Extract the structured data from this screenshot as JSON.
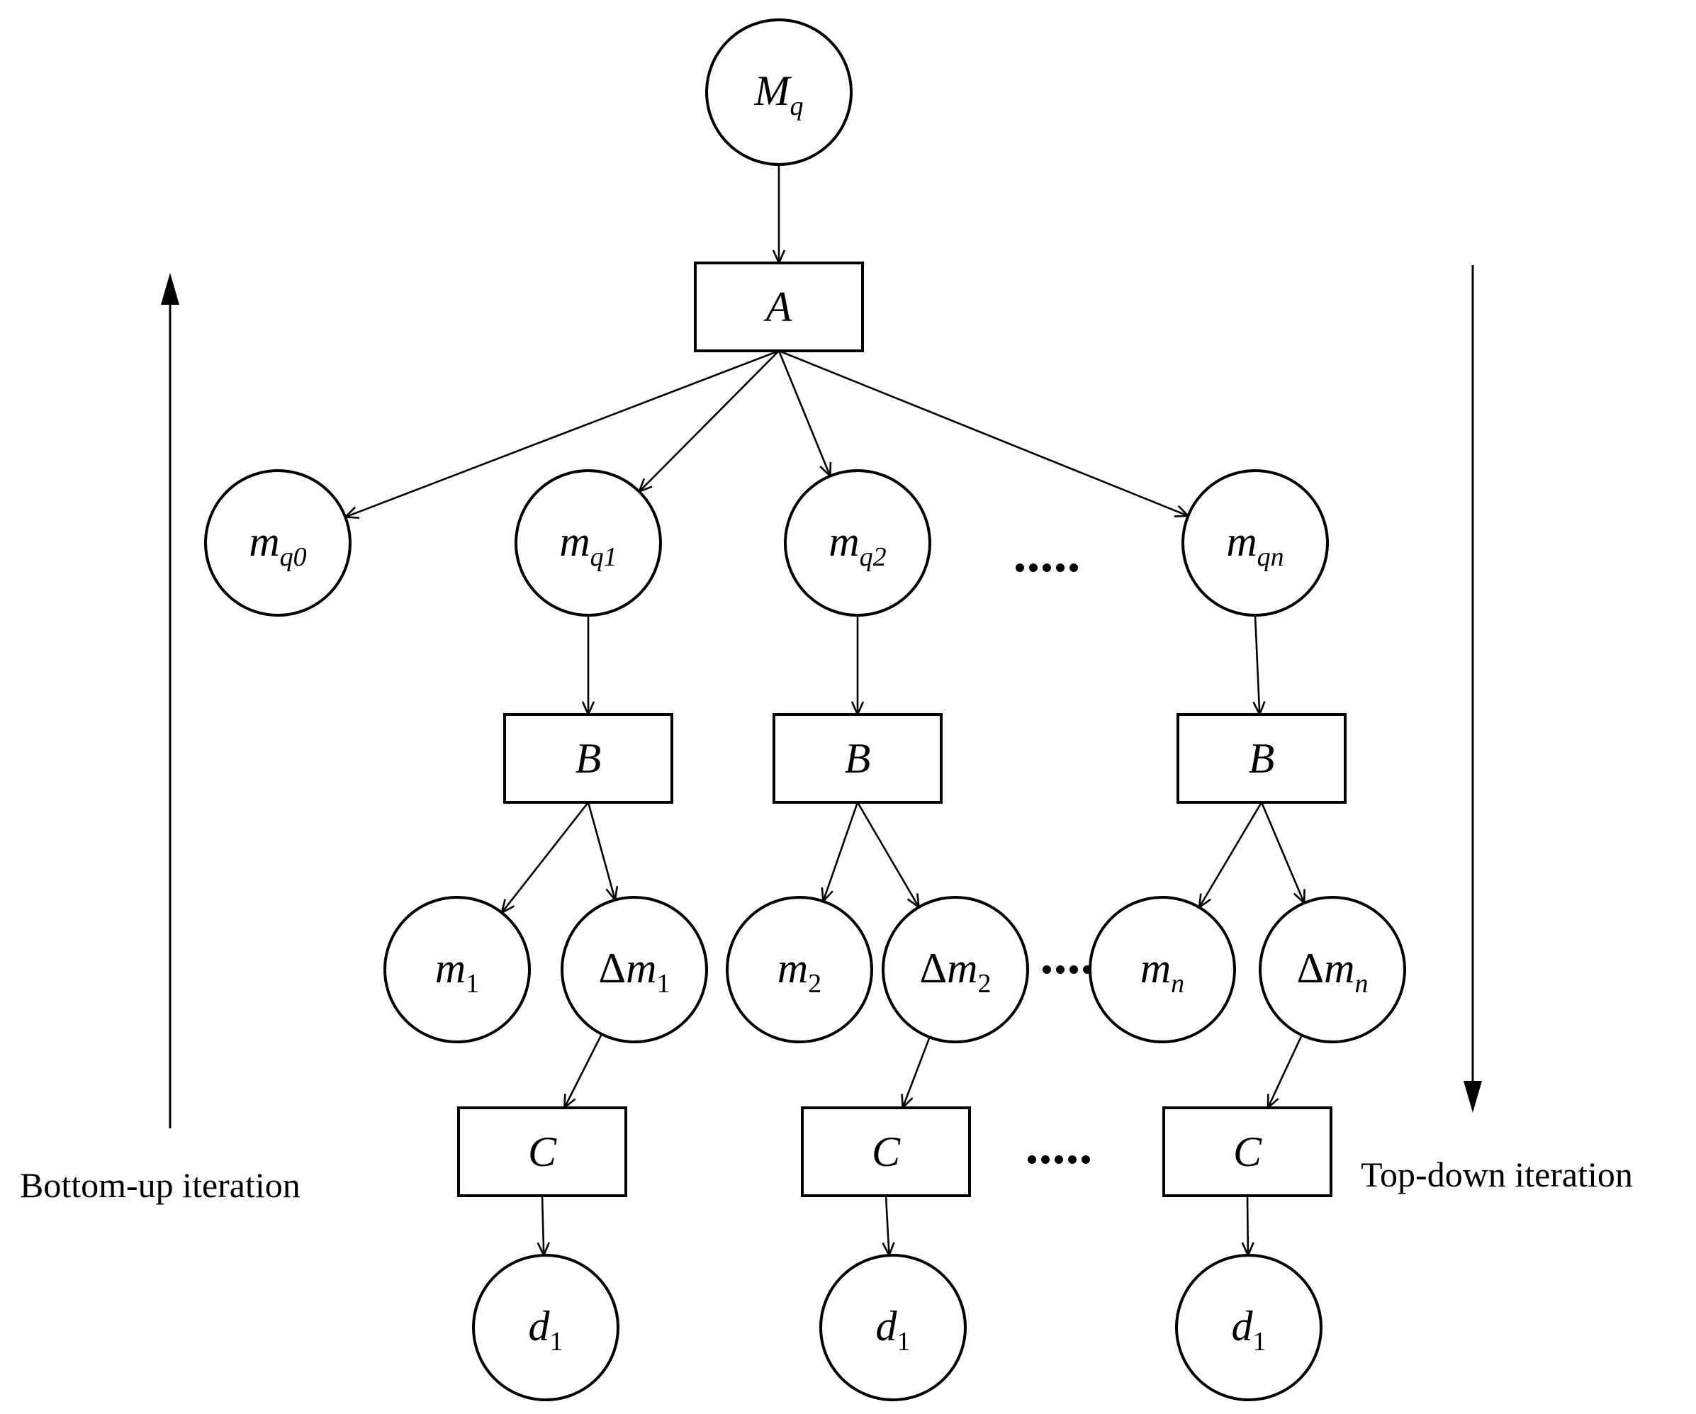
{
  "nodes": {
    "Mq": {
      "base": "M",
      "sub": "q"
    },
    "A": {
      "base": "A",
      "sub": ""
    },
    "mq0": {
      "base": "m",
      "sub": "q0"
    },
    "mq1": {
      "base": "m",
      "sub": "q1"
    },
    "mq2": {
      "base": "m",
      "sub": "q2"
    },
    "mqn": {
      "base": "m",
      "sub": "qn"
    },
    "B1": {
      "base": "B",
      "sub": ""
    },
    "B2": {
      "base": "B",
      "sub": ""
    },
    "Bn": {
      "base": "B",
      "sub": ""
    },
    "m1": {
      "base": "m",
      "sub": "1"
    },
    "dm1": {
      "prefix": "Δ",
      "base": "m",
      "sub": "1"
    },
    "m2": {
      "base": "m",
      "sub": "2"
    },
    "dm2": {
      "prefix": "Δ",
      "base": "m",
      "sub": "2"
    },
    "mn": {
      "base": "m",
      "sub": "n"
    },
    "dmn": {
      "prefix": "Δ",
      "base": "m",
      "sub": "n"
    },
    "C1": {
      "base": "C",
      "sub": ""
    },
    "C2": {
      "base": "C",
      "sub": ""
    },
    "Cn": {
      "base": "C",
      "sub": ""
    },
    "d1a": {
      "base": "d",
      "sub": "1"
    },
    "d1b": {
      "base": "d",
      "sub": "1"
    },
    "d1c": {
      "base": "d",
      "sub": "1"
    }
  },
  "labels": {
    "left_caption": "Bottom-up iteration",
    "right_caption": "Top-down iteration"
  },
  "edges": [
    [
      "Mq",
      "A"
    ],
    [
      "A",
      "mq0"
    ],
    [
      "A",
      "mq1"
    ],
    [
      "A",
      "mq2"
    ],
    [
      "A",
      "mqn"
    ],
    [
      "mq1",
      "B1"
    ],
    [
      "mq2",
      "B2"
    ],
    [
      "mqn",
      "Bn"
    ],
    [
      "B1",
      "m1"
    ],
    [
      "B1",
      "dm1"
    ],
    [
      "B2",
      "m2"
    ],
    [
      "B2",
      "dm2"
    ],
    [
      "Bn",
      "mn"
    ],
    [
      "Bn",
      "dmn"
    ],
    [
      "dm1",
      "C1"
    ],
    [
      "dm2",
      "C2"
    ],
    [
      "dmn",
      "Cn"
    ],
    [
      "C1",
      "d1a"
    ],
    [
      "C2",
      "d1b"
    ],
    [
      "Cn",
      "d1c"
    ]
  ]
}
